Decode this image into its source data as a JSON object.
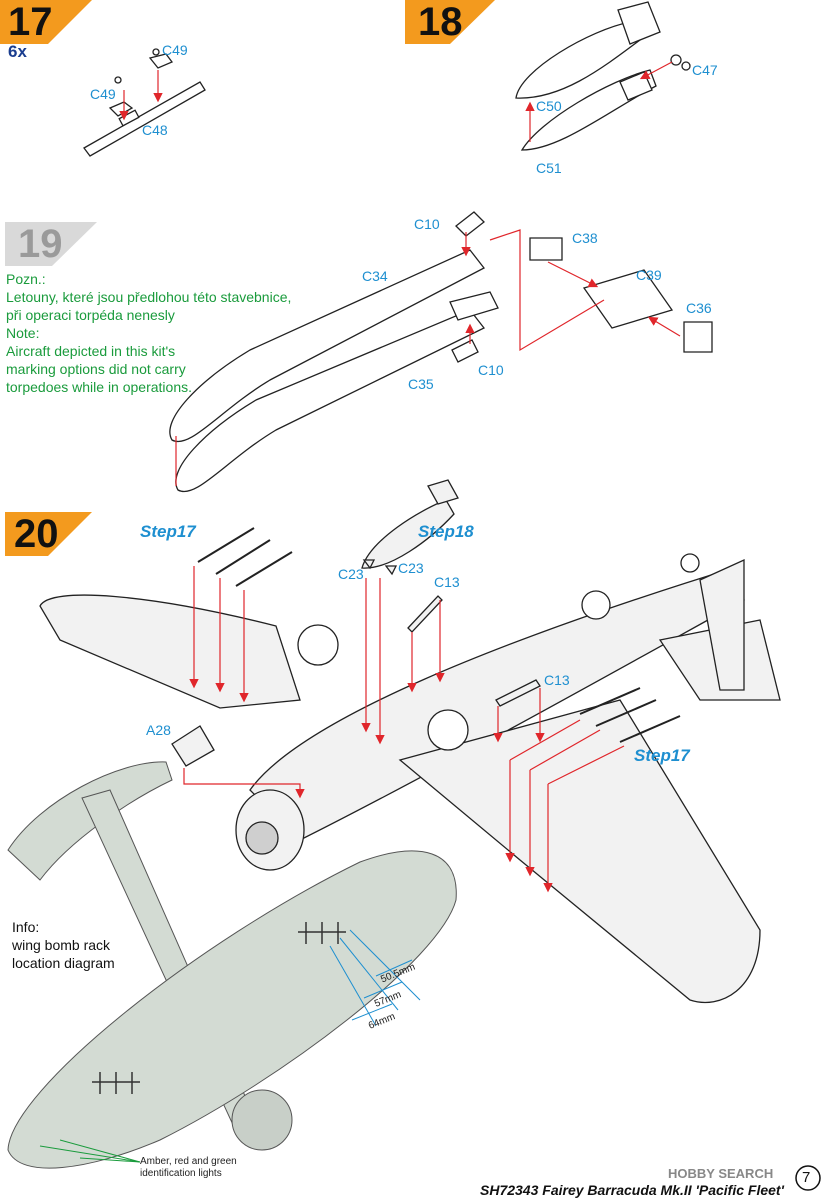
{
  "steps": {
    "s17": {
      "number": "17",
      "multiplier": "6x",
      "parts": {
        "c49_right": "C49",
        "c49_left": "C49",
        "c48": "C48"
      }
    },
    "s18": {
      "number": "18",
      "parts": {
        "c47": "C47",
        "c50": "C50",
        "c51": "C51"
      }
    },
    "s19": {
      "number": "19",
      "parts": {
        "c10_top": "C10",
        "c38": "C38",
        "c34": "C34",
        "c39": "C39",
        "c36": "C36",
        "c10_bottom": "C10",
        "c35": "C35"
      },
      "note_cz": [
        "Pozn.:",
        "Letouny, které jsou předlohou této stavebnice,",
        "při operaci torpéda nenesly"
      ],
      "note_en": [
        "Note:",
        "Aircraft depicted in this kit's",
        "marking options did not carry",
        "torpedoes while in operations."
      ]
    },
    "s20": {
      "number": "20",
      "refs": {
        "step17_left": "Step17",
        "step18": "Step18",
        "step17_right": "Step17"
      },
      "parts": {
        "c23_left": "C23",
        "c23_right": "C23",
        "c13_top": "C13",
        "c13_right": "C13",
        "a28": "A28"
      }
    }
  },
  "info": {
    "lines": [
      "Info:",
      "wing bomb rack",
      "location diagram"
    ],
    "dimensions": [
      "50.5mm",
      "57mm",
      "64mm"
    ],
    "lights_note": [
      "Amber, red and green",
      "identification lights"
    ]
  },
  "footer": {
    "kit_title": "SH72343 Fairey Barracuda Mk.II 'Pacific Fleet'",
    "page_number": "7",
    "watermark": "HOBBY SEARCH"
  },
  "colors": {
    "badge_orange": "#f39a1e",
    "badge_grey": "#d9d9d9",
    "part_label": "#1e8fd0",
    "note_green": "#1a9b3c",
    "arrow_red": "#e0262b",
    "diagram_fill": "#d3dbd3"
  }
}
